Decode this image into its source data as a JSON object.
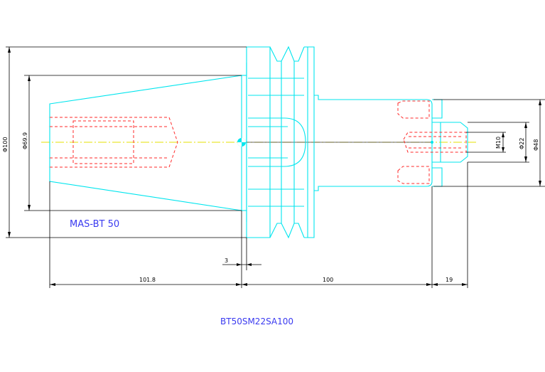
{
  "labels": {
    "taper_name": "MAS-BT 50",
    "part_number": "BT50SM22SA100"
  },
  "dimensions": {
    "dia_100": "Φ100",
    "dia_69_9": "Φ69.9",
    "dia_48": "Φ48",
    "dia_22": "Φ22",
    "thread_m10": "M10",
    "gap_3": "3",
    "len_101_8": "101.8",
    "len_100": "100",
    "len_19": "19"
  },
  "colors": {
    "outline": "#00e5ee",
    "hidden": "#ff2a2a",
    "centerline": "#e6e000",
    "dimension": "#000000",
    "text": "#3a3af0"
  }
}
